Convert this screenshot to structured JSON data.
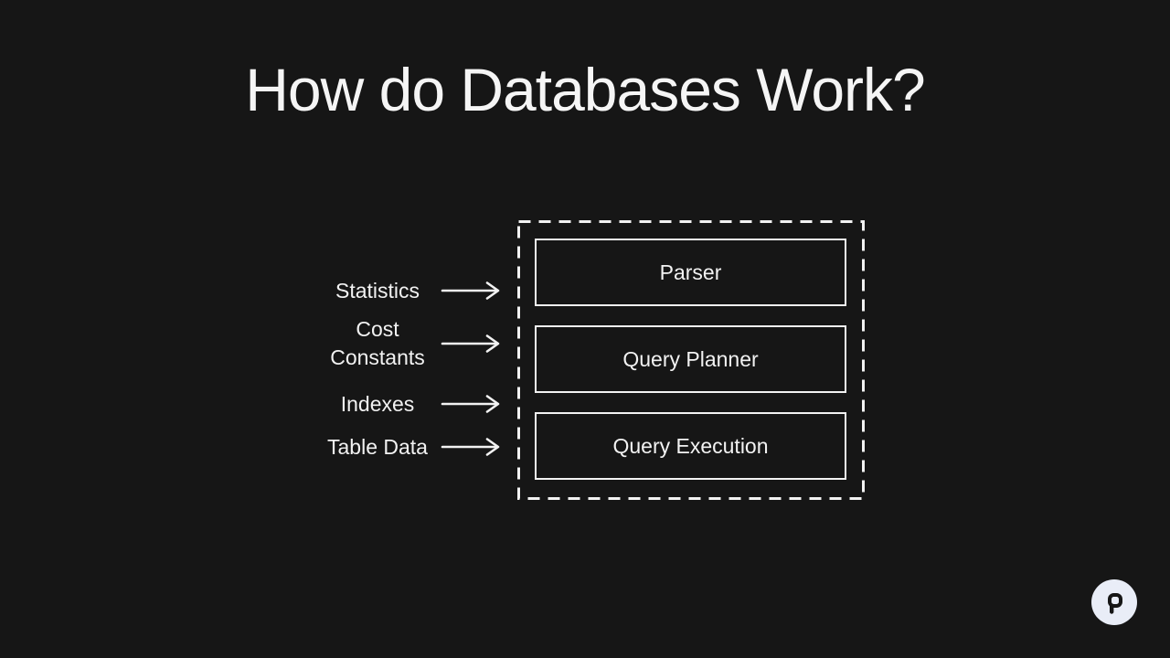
{
  "slide": {
    "title": "How do Databases Work?"
  },
  "diagram": {
    "stages": [
      {
        "label": "Parser"
      },
      {
        "label": "Query Planner"
      },
      {
        "label": "Query Execution"
      }
    ],
    "inputs": [
      {
        "label": "Statistics"
      },
      {
        "label": "Cost Constants"
      },
      {
        "label": "Indexes"
      },
      {
        "label": "Table Data"
      }
    ]
  },
  "icons": {
    "arrow": "arrow-right-icon",
    "logo": "p-logo-icon"
  },
  "colors": {
    "background": "#161616",
    "foreground": "#f2f2f2",
    "badge_background": "#e9edf7",
    "badge_glyph": "#161616"
  }
}
